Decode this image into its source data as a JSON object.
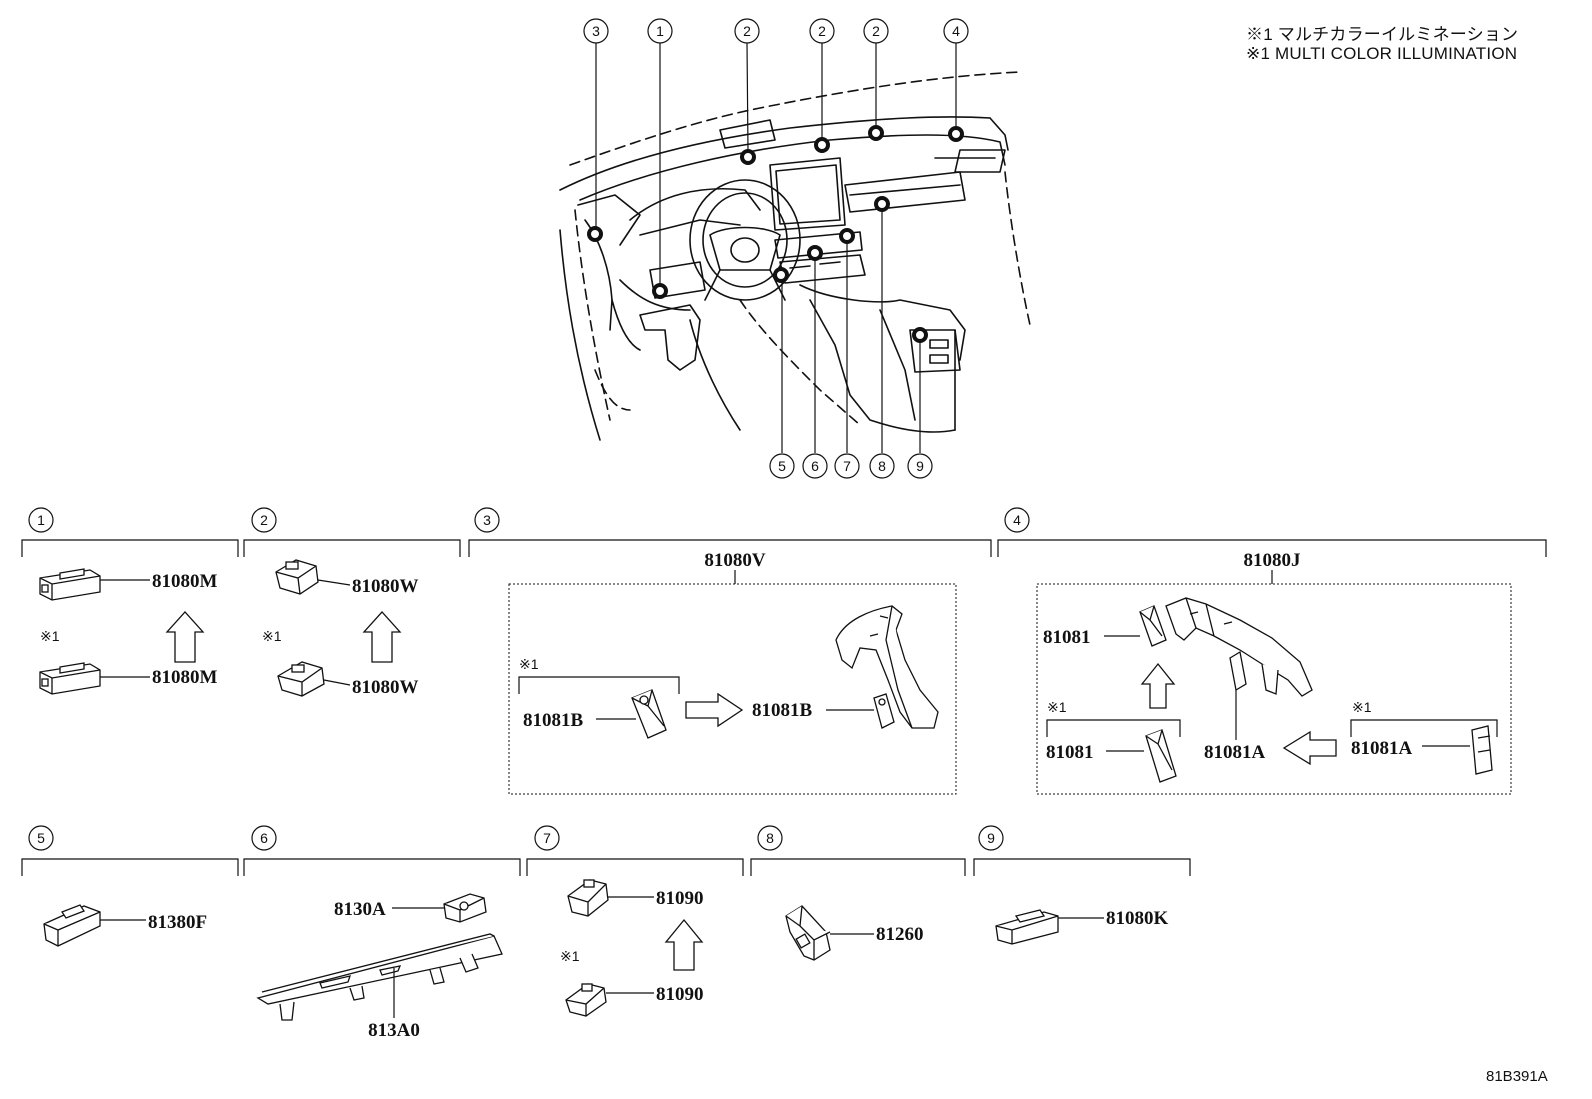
{
  "notes": [
    "※1 マルチカラーイルミネーション",
    "※1 MULTI COLOR ILLUMINATION"
  ],
  "ref_code": "81B391A",
  "mark": "※1",
  "callouts_top": [
    "3",
    "1",
    "2",
    "2",
    "2",
    "4"
  ],
  "callouts_bottom": [
    "5",
    "6",
    "7",
    "8",
    "9"
  ],
  "groups": [
    {
      "number": "1",
      "parts": [
        "81080M",
        "81080M"
      ]
    },
    {
      "number": "2",
      "parts": [
        "81080W",
        "81080W"
      ]
    },
    {
      "number": "3",
      "assembly": "81080V",
      "parts": [
        "81081B",
        "81081B"
      ]
    },
    {
      "number": "4",
      "assembly": "81080J",
      "parts": [
        "81081",
        "81081",
        "81081A",
        "81081A"
      ]
    },
    {
      "number": "5",
      "parts": [
        "81380F"
      ]
    },
    {
      "number": "6",
      "parts": [
        "8130A",
        "813A0"
      ]
    },
    {
      "number": "7",
      "parts": [
        "81090",
        "81090"
      ]
    },
    {
      "number": "8",
      "parts": [
        "81260"
      ]
    },
    {
      "number": "9",
      "parts": [
        "81080K"
      ]
    }
  ],
  "colors": {
    "ink": "#111111",
    "background": "#ffffff"
  }
}
